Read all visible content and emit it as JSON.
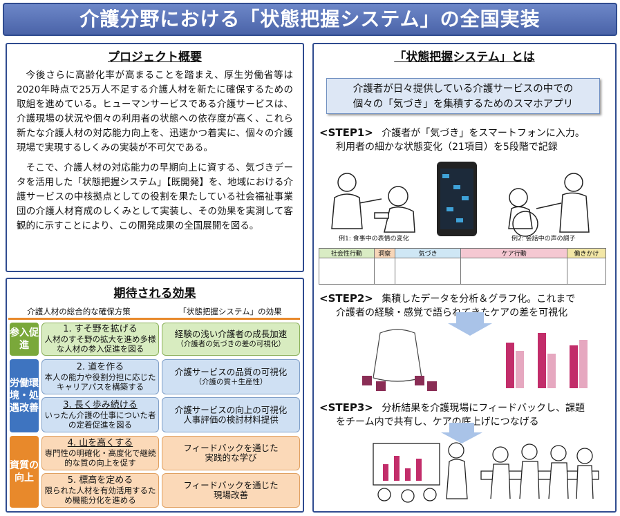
{
  "title": "介護分野における「状態把握システム」の全国実装",
  "overview": {
    "heading": "プロジェクト概要",
    "p1": "今後さらに高齢化率が高まることを踏まえ、厚生労働省等は2020年時点で25万人不足する介護人材を新たに確保するための取組を進めている。ヒューマンサービスである介護サービスは、介護現場の状況や個々の利用者の状態への依存度が高く、これら新たな介護人材の対応能力向上を、迅速かつ着実に、個々の介護現場で実現するしくみの実装が不可欠である。",
    "p2": "そこで、介護人材の対応能力の早期向上に資する、気づきデータを活用した「状態把握システム」【既開発】を、地域における介護サービスの中核拠点としての役割を果たしている社会福祉事業団の介護人材育成のしくみとして実装し、その効果を実測して客観的に示すことにより、この開発成果の全国展開を図る。"
  },
  "effects": {
    "heading": "期待される効果",
    "col_left": "介護人材の総合的な確保方策",
    "col_right": "「状態把握システム」の効果",
    "side1": "参入促進",
    "side2": "労働環境・処遇改善",
    "side3": "資質の向上",
    "l1_title": "1. すそ野を拡げる",
    "l1_body": "人材のすそ野の拡大を進め多様な人材の参入促進を図る",
    "l2_title": "2. 道を作る",
    "l2_body": "本人の能力や役割分担に応じたキャリアパスを構築する",
    "l3_title": "3. 長く歩み続ける",
    "l3_body": "いったん介護の仕事についた者の定着促進を図る",
    "l4_title": "4. 山を高くする",
    "l4_body": "専門性の明確化・高度化で継続的な質の向上を促す",
    "l5_title": "5. 標高を定める",
    "l5_body": "限られた人材を有効活用するため機能分化を進める",
    "r1_a": "経験の浅い介護者の成長加速",
    "r1_b": "（介護者の気づきの差の可視化）",
    "r2_a": "介護サービスの品質の可視化",
    "r2_b": "（介護の質＋生産性）",
    "r3_a": "介護サービスの向上の可視化",
    "r3_b": "人事評価の検討材料提供",
    "r4_a": "フィードバックを通じた",
    "r4_b": "実践的な学び",
    "r5_a": "フィードバックを通じた",
    "r5_b": "現場改善"
  },
  "system": {
    "heading": "「状態把握システム」とは",
    "intro1": "介護者が日々提供している介護サービスの中での",
    "intro2": "個々の「気づき」を集積するためのスマホアプリ",
    "step1_tag": "<STEP1>",
    "step1_a": "介護者が「気づき」をスマートフォンに入力。",
    "step1_b": "利用者の細かな状態変化（21項目）を5段階で記録",
    "cap1": "例1: 食事中の表情の変化",
    "cap2": "例2: 会話中の声の調子",
    "cats": [
      "社会性行動",
      "洞察",
      "気づき",
      "ケア行動",
      "働きかけ"
    ],
    "step2_tag": "<STEP2>",
    "step2_a": "集積したデータを分析＆グラフ化。これまで",
    "step2_b": "介護者の経験・感覚で語られてきたケアの差を可視化",
    "step3_tag": "<STEP3>",
    "step3_a": "分析結果を介護現場にフィードバックし、課題",
    "step3_b": "をチーム内で共有し、ケアの底上げにつなげる"
  }
}
